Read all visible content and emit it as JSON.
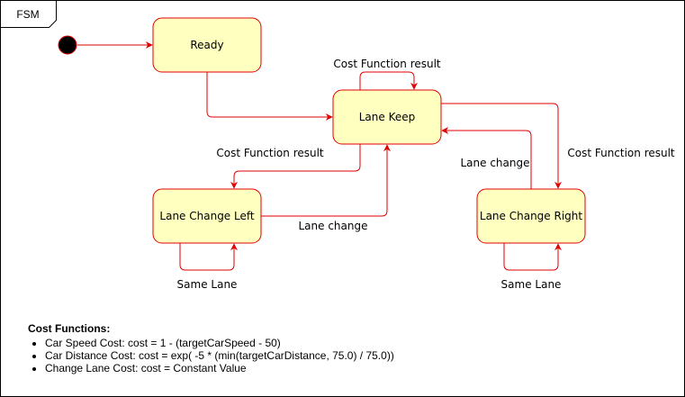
{
  "frame": {
    "label": "FSM"
  },
  "colors": {
    "state_fill": "#ffffc0",
    "state_stroke": "#e00000",
    "edge_stroke": "#e00000",
    "initial_fill": "#000000",
    "frame_stroke": "#000000"
  },
  "states": {
    "ready": "Ready",
    "lane_keep": "Lane Keep",
    "lane_change_left": "Lane Change Left",
    "lane_change_right": "Lane Change Right"
  },
  "edges": {
    "keep_self_loop": "Cost Function result",
    "keep_to_left": "Cost Function result",
    "left_to_keep": "Lane change",
    "right_to_keep": "Lane change",
    "keep_to_right": "Cost Function result",
    "left_self_loop": "Same Lane",
    "right_self_loop": "Same Lane"
  },
  "notes": {
    "title": "Cost Functions:",
    "items": [
      "Car Speed Cost: cost = 1 - (targetCarSpeed - 50)",
      "Car Distance Cost: cost = exp( -5 * (min(targetCarDistance, 75.0) / 75.0))",
      "Change Lane Cost: cost = Constant Value"
    ]
  }
}
